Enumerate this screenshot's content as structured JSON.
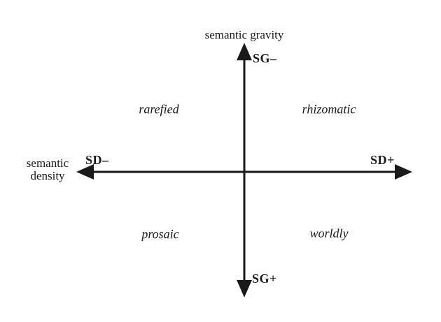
{
  "figure": {
    "colors": {
      "background": "#ffffff",
      "ink": "#1a1a1a"
    }
  },
  "axes": {
    "vertical": {
      "title": "semantic gravity",
      "pole_top": "SG–",
      "pole_bottom": "SG+"
    },
    "horizontal": {
      "title_line1": "semantic",
      "title_line2": "density",
      "pole_left": "SD–",
      "pole_right": "SD+"
    }
  },
  "quadrants": {
    "top_left": "rarefied",
    "top_right": "rhizomatic",
    "bottom_left": "prosaic",
    "bottom_right": "worldly"
  }
}
